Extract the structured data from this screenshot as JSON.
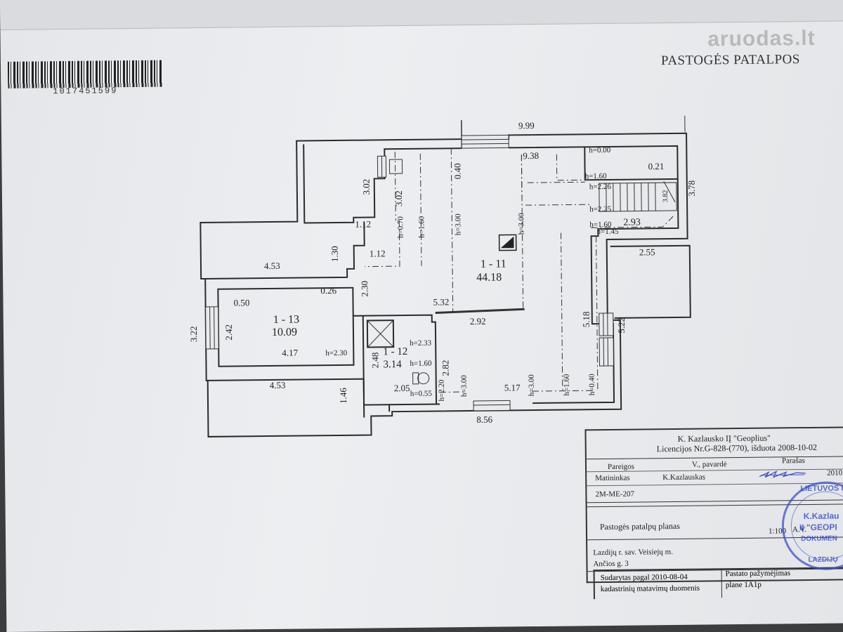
{
  "watermark": "aruodas.lt",
  "title": "PASTOGĖS PATALPOS",
  "barcode_number": "1017451599",
  "dimensions": {
    "top_width": "9.99",
    "bottom_width": "8.56",
    "d_302a": "3.02",
    "d_302b": "3.02",
    "d_112a": "1.12",
    "d_112b": "1.12",
    "d_130": "1.30",
    "d_453a": "4.53",
    "d_453b": "4.53",
    "d_050": "0.50",
    "d_026": "0.26",
    "d_230": "2.30",
    "d_532": "5.32",
    "d_040a": "0.40",
    "d_938": "9.38",
    "d_021": "0.21",
    "d_378": "3.78",
    "d_293": "2.93",
    "d_255": "2.55",
    "d_518": "5.18",
    "d_522": "5.22",
    "d_292": "2.92",
    "d_282": "2.82",
    "d_248": "2.48",
    "d_242": "2.42",
    "d_322": "3.22",
    "d_417": "4.17",
    "d_146": "1.46",
    "d_205": "2.05",
    "d_517": "5.17",
    "d_382": "3.82"
  },
  "heights": {
    "h000": "h=0.00",
    "h160a": "h=1.60",
    "h226": "h=2.26",
    "h225": "h=2.25",
    "h160b": "h=1.60",
    "h145": "h=1.45",
    "h070": "h=0.70",
    "h160c": "h=1.60",
    "h300a": "h=3.00",
    "h300b": "h=3.00",
    "h230": "h=2.30",
    "h233": "h=2.33",
    "h160d": "h=1.60",
    "h055": "h=0.55",
    "h220": "h=2.20",
    "h300c": "h=3.00",
    "h300d": "h=3.00",
    "h160e": "h=1.60",
    "h040": "h=0.40"
  },
  "rooms": [
    {
      "id": "1 - 11",
      "area": "44.18"
    },
    {
      "id": "1 - 13",
      "area": "10.09"
    },
    {
      "id": "1 - 12",
      "area": "3.14"
    }
  ],
  "title_block": {
    "company": "K. Kazlausko IĮ \"Geoplius\"",
    "license": "Licencijos Nr.G-828-(770), išduota 2008-10-02",
    "col_position": "Pareigos",
    "col_name": "V., pavardė",
    "col_signature": "Parašas",
    "role": "Matininkas",
    "person": "K.Kazlauskas",
    "year": "2010",
    "doc_code": "2M-ME-207",
    "plan_name": "Pastogės patalpų planas",
    "scale": "1:100",
    "av": "A.V.",
    "address1": "Lazdijų r. sav. Veisiejų m.",
    "address2": "Ančios g. 3",
    "made_by": "Sudarytas pagal  2010-08-04",
    "made_by2": "kadastrinių matavimų duomenis",
    "building_mark": "Pastato pažymėjimas",
    "plan_label": "plane    1A1p"
  },
  "stamp": {
    "ring_top": "LIETUVOS RES",
    "line1": "K.Kazlau",
    "line2": "IĮ \"GEOPI",
    "line3": "DOKUMEN",
    "ring_bottom": "LAZDIJŲ"
  },
  "colors": {
    "paper": "#e8eaed",
    "ink": "#2a2a2a",
    "stamp": "#3c50c8"
  }
}
